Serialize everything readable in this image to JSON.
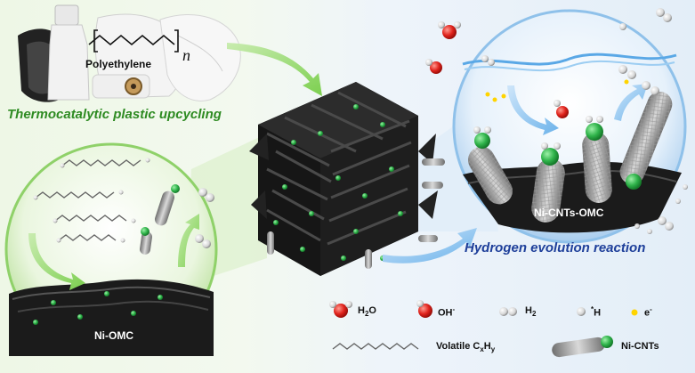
{
  "labels": {
    "polymer": "Polyethylene",
    "repeat_unit": "n",
    "left_process": "Thermocatalytic plastic upcycling",
    "right_process": "Hydrogen evolution reaction",
    "left_material": "Ni-OMC",
    "right_material": "Ni-CNTs-OMC"
  },
  "legend": {
    "h2o_a": "H",
    "h2o_b": "2",
    "h2o_c": "O",
    "oh_a": "OH",
    "oh_b": "-",
    "h2_a": "H",
    "h2_b": "2",
    "hstar_a": "*",
    "hstar_b": "H",
    "electron_a": "e",
    "electron_b": "-",
    "volatile_a": "Volatile C",
    "volatile_b": "x",
    "volatile_c": "H",
    "volatile_d": "y",
    "nicnt": "Ni-CNTs"
  },
  "colors": {
    "left_accent": "#2e8b22",
    "right_accent": "#1e3f9a",
    "nickel_green": "#2fb34a",
    "oxygen_red": "#e0231c",
    "carbon_black": "#1b1b1b"
  }
}
